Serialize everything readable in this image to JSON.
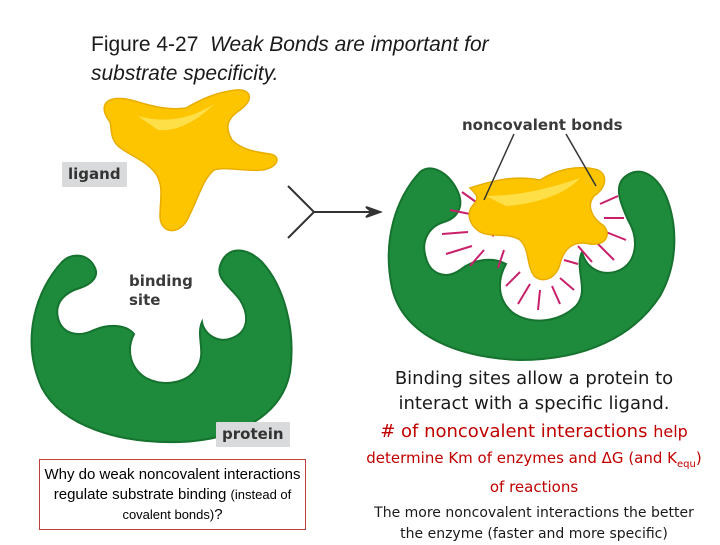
{
  "title": {
    "figure_number": "Figure 4-27",
    "text_line1": "Weak Bonds are important for",
    "text_line2": "substrate specificity."
  },
  "labels": {
    "ligand": "ligand",
    "binding_site_line1": "binding",
    "binding_site_line2": "site",
    "protein": "protein",
    "noncovalent_bonds": "noncovalent bonds"
  },
  "caption": {
    "line1": "Binding sites allow a protein to interact with a specific ligand.",
    "line2_main": "# of noncovalent interactions",
    "line2_help": "help",
    "line3_pre": "determine Km of enzymes and ΔG (and K",
    "line3_sub": "equ",
    "line3_post": ") of reactions",
    "line4": "The more noncovalent interactions the better the enzyme (faster and more specific)"
  },
  "question": {
    "main": "Why do weak noncovalent interactions regulate substrate binding",
    "paren": "(instead of covalent bonds)",
    "end": "?"
  },
  "colors": {
    "ligand_fill": "#fdc500",
    "ligand_highlight": "#ffe55a",
    "protein_fill": "#1e8a3c",
    "protein_edge": "#16722f",
    "bond_color": "#c8206a",
    "caption_red": "#c00000",
    "label_box": "#d9dadb"
  }
}
